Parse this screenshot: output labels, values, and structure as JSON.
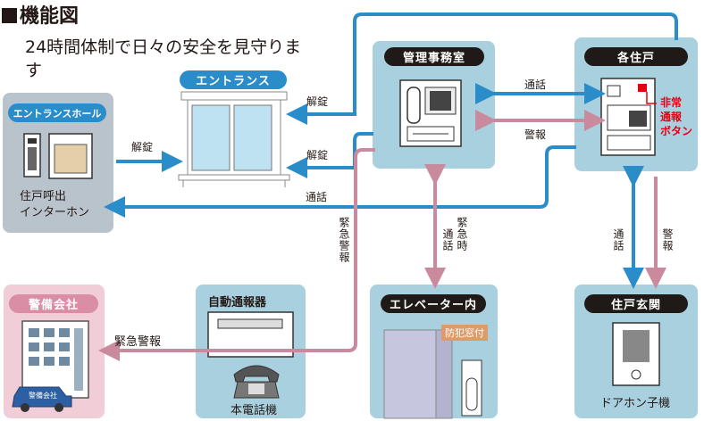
{
  "title": "機能図",
  "subtitle": "24時間体制で日々の安全を見守ります",
  "nodes": {
    "entrance": "エントランス",
    "entrance_hall": "エントランスホール",
    "management": "管理事務室",
    "residence": "各住戸",
    "security_company": "警備会社",
    "auto_reporter": "自動通報器",
    "elevator": "エレベーター内",
    "front_door": "住戸玄関"
  },
  "labels": {
    "intercom": "住戸呼出\nインターホン",
    "phone": "本電話機",
    "crime_window": "防犯窓付",
    "doorphone": "ドアホン子機",
    "alarm_button": "非常\n通報\nボタン",
    "car_sign": "警備会社"
  },
  "arrows": {
    "unlock_1": "解錠",
    "unlock_2": "解錠",
    "unlock_3": "解錠",
    "call_mgmt_res": "通話",
    "alarm_mgmt_res": "警報",
    "call_hall_res": "通話",
    "emergency_alarm_v": "緊急警報",
    "emergency_call_v": "通話",
    "emergency_time_v": "緊急時",
    "call_res_door": "通話",
    "alarm_res_door": "警報",
    "emergency_alarm_h": "緊急警報"
  },
  "colors": {
    "blue_arrow": "#2a8cc9",
    "pink_arrow": "#c98a9e",
    "box_blue": "#a9d0df",
    "box_gray": "#b9c3cc",
    "box_pink": "#f0cdd7",
    "alarm_red": "#e60012"
  }
}
